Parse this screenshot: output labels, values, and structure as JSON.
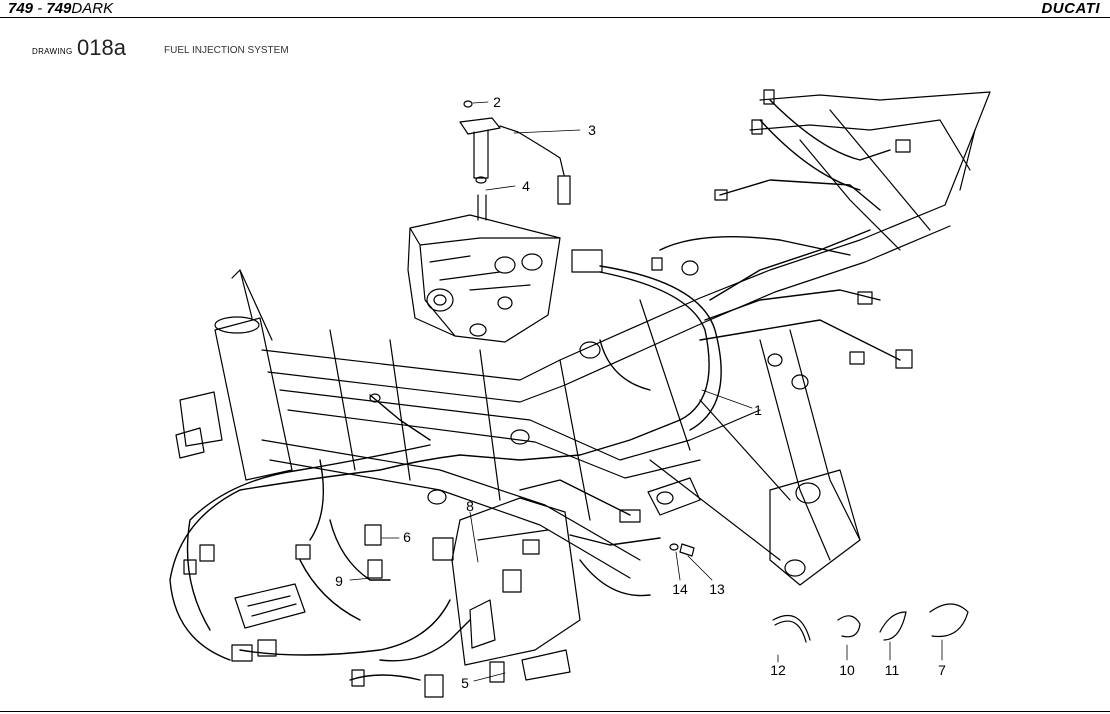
{
  "header": {
    "model_bold_1": "749",
    "model_separator": " - ",
    "model_bold_2": "749",
    "model_variant": "DARK",
    "brand": "DUCATI"
  },
  "drawing": {
    "label": "DRAWING",
    "number": "018a",
    "title": "FUEL INJECTION SYSTEM"
  },
  "callouts": [
    "2",
    "3",
    "4",
    "1",
    "8",
    "6",
    "9",
    "5",
    "14",
    "13",
    "12",
    "10",
    "11",
    "7"
  ]
}
